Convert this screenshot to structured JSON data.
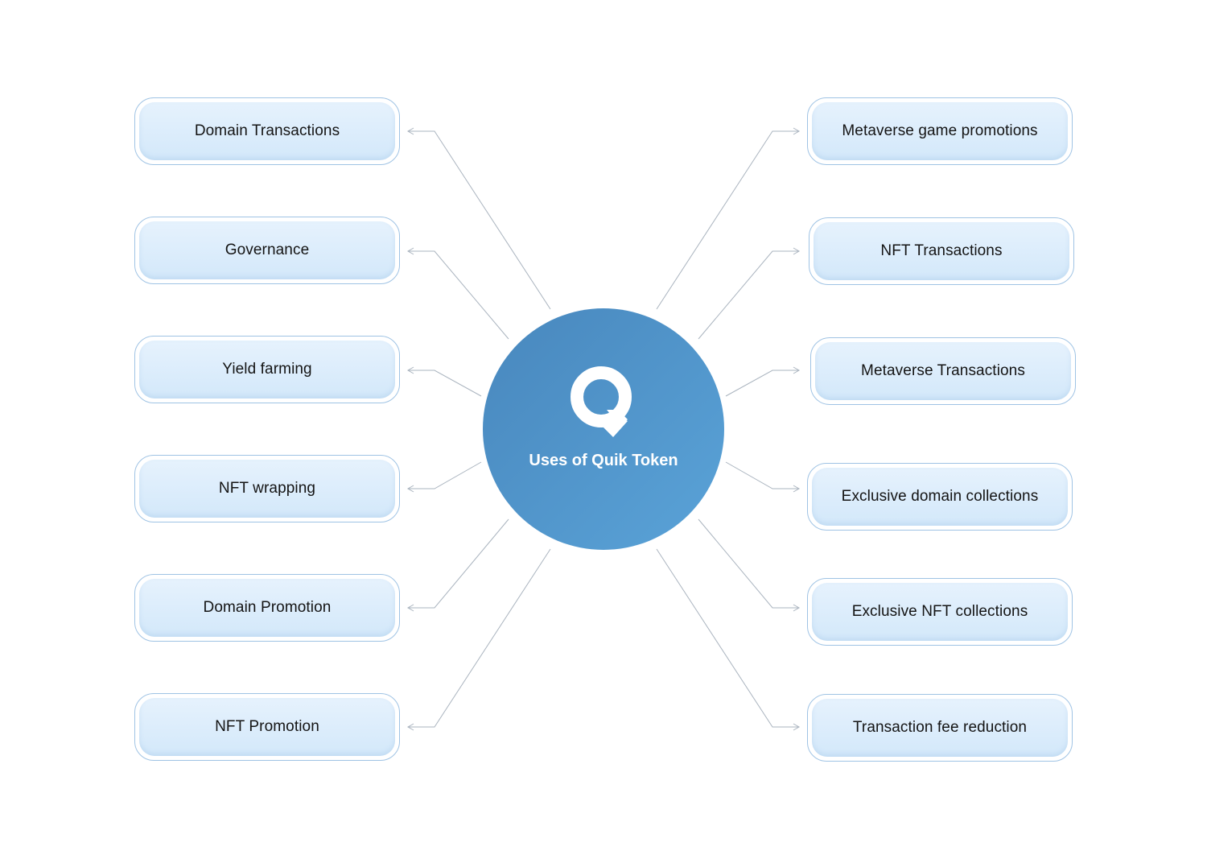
{
  "hub": {
    "title": "Uses of Quik Token",
    "logo_icon": "quik-q-logo"
  },
  "left_items": [
    "Domain Transactions",
    "Governance",
    "Yield farming",
    "NFT wrapping",
    "Domain Promotion",
    "NFT Promotion"
  ],
  "right_items": [
    "Metaverse game promotions",
    "NFT Transactions",
    "Metaverse Transactions",
    "Exclusive domain collections",
    "Exclusive NFT collections",
    "Transaction fee reduction"
  ],
  "colors": {
    "hub_start": "#4887bd",
    "hub_end": "#5aa3d8",
    "node_border": "#9fc3e4",
    "node_fill_top": "#e6f2fd",
    "node_fill_bottom": "#d3e8fa",
    "connector": "#aab4bf"
  }
}
